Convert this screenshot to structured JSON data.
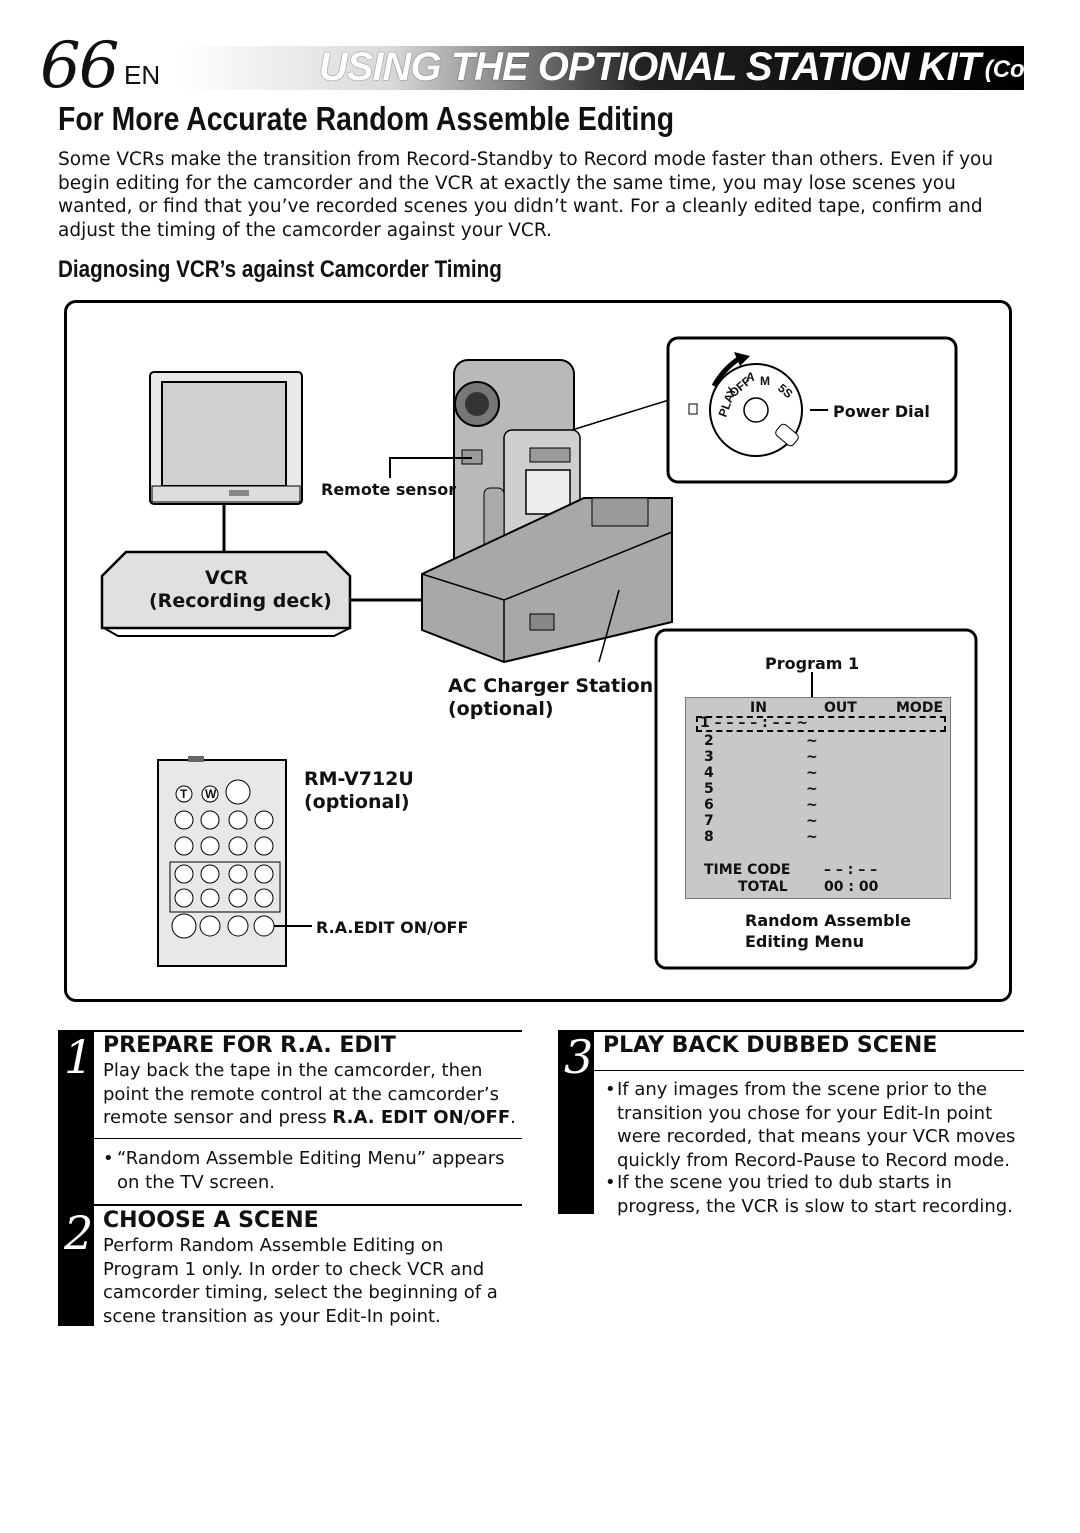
{
  "header": {
    "page_number": "66",
    "lang": "EN",
    "section_title": "USING THE OPTIONAL STATION KIT",
    "cont": "(Cont.)"
  },
  "title": "For More Accurate Random Assemble Editing",
  "intro": "Some VCRs make the transition from Record-Standby to Record mode faster than others. Even if you begin editing for the camcorder and the VCR at exactly the same time, you may lose scenes you wanted, or find that you’ve recorded scenes you didn’t want. For a cleanly edited tape, confirm and adjust the timing of the camcorder against your VCR.",
  "subheading": "Diagnosing VCR’s against Camcorder Timing",
  "diagram": {
    "remote_sensor": "Remote sensor",
    "vcr_title": "VCR",
    "vcr_sub": "(Recording deck)",
    "charger_line1": "AC Charger Station",
    "charger_line2": "(optional)",
    "remote_model": "RM-V712U",
    "remote_optional": "(optional)",
    "ra_edit": "R.A.EDIT ON/OFF",
    "power_dial": "Power Dial",
    "dial_labels": [
      "PLAY",
      "OFF",
      "A",
      "M",
      "5S"
    ],
    "remote_tw": [
      "T",
      "W"
    ],
    "menu": {
      "program_label": "Program 1",
      "col_in": "IN",
      "col_out": "OUT",
      "col_mode": "MODE",
      "row1": "1 – –   – – : – – ~",
      "rows": [
        "2",
        "3",
        "4",
        "5",
        "6",
        "7",
        "8"
      ],
      "tilde": "~",
      "time_code_label": "TIME CODE",
      "time_code_value": "– – : – –",
      "total_label": "TOTAL",
      "total_value": "00 : 00",
      "caption1": "Random Assemble",
      "caption2": "Editing Menu"
    }
  },
  "steps": {
    "s1": {
      "num": "1",
      "heading": "PREPARE FOR R.A. EDIT",
      "text_a": "Play back the tape in the camcorder, then point the remote control at the camcorder’s remote sensor and press ",
      "text_b": "R.A. EDIT ON/OFF",
      "text_c": ".",
      "bullet": "“Random Assemble Editing Menu” appears on the TV screen."
    },
    "s2": {
      "num": "2",
      "heading": "CHOOSE A SCENE",
      "text": "Perform Random Assemble Editing on Program 1 only. In order to check VCR and camcorder timing, select the beginning of a scene transition as your Edit-In point."
    },
    "s3": {
      "num": "3",
      "heading": "PLAY BACK DUBBED SCENE",
      "bullet1": "If any images from the scene prior to the transition you chose for your Edit-In point were recorded, that means your VCR moves quickly from Record-Pause to Record mode.",
      "bullet2": "If the scene you tried to dub starts in progress, the VCR is slow to start recording."
    }
  }
}
